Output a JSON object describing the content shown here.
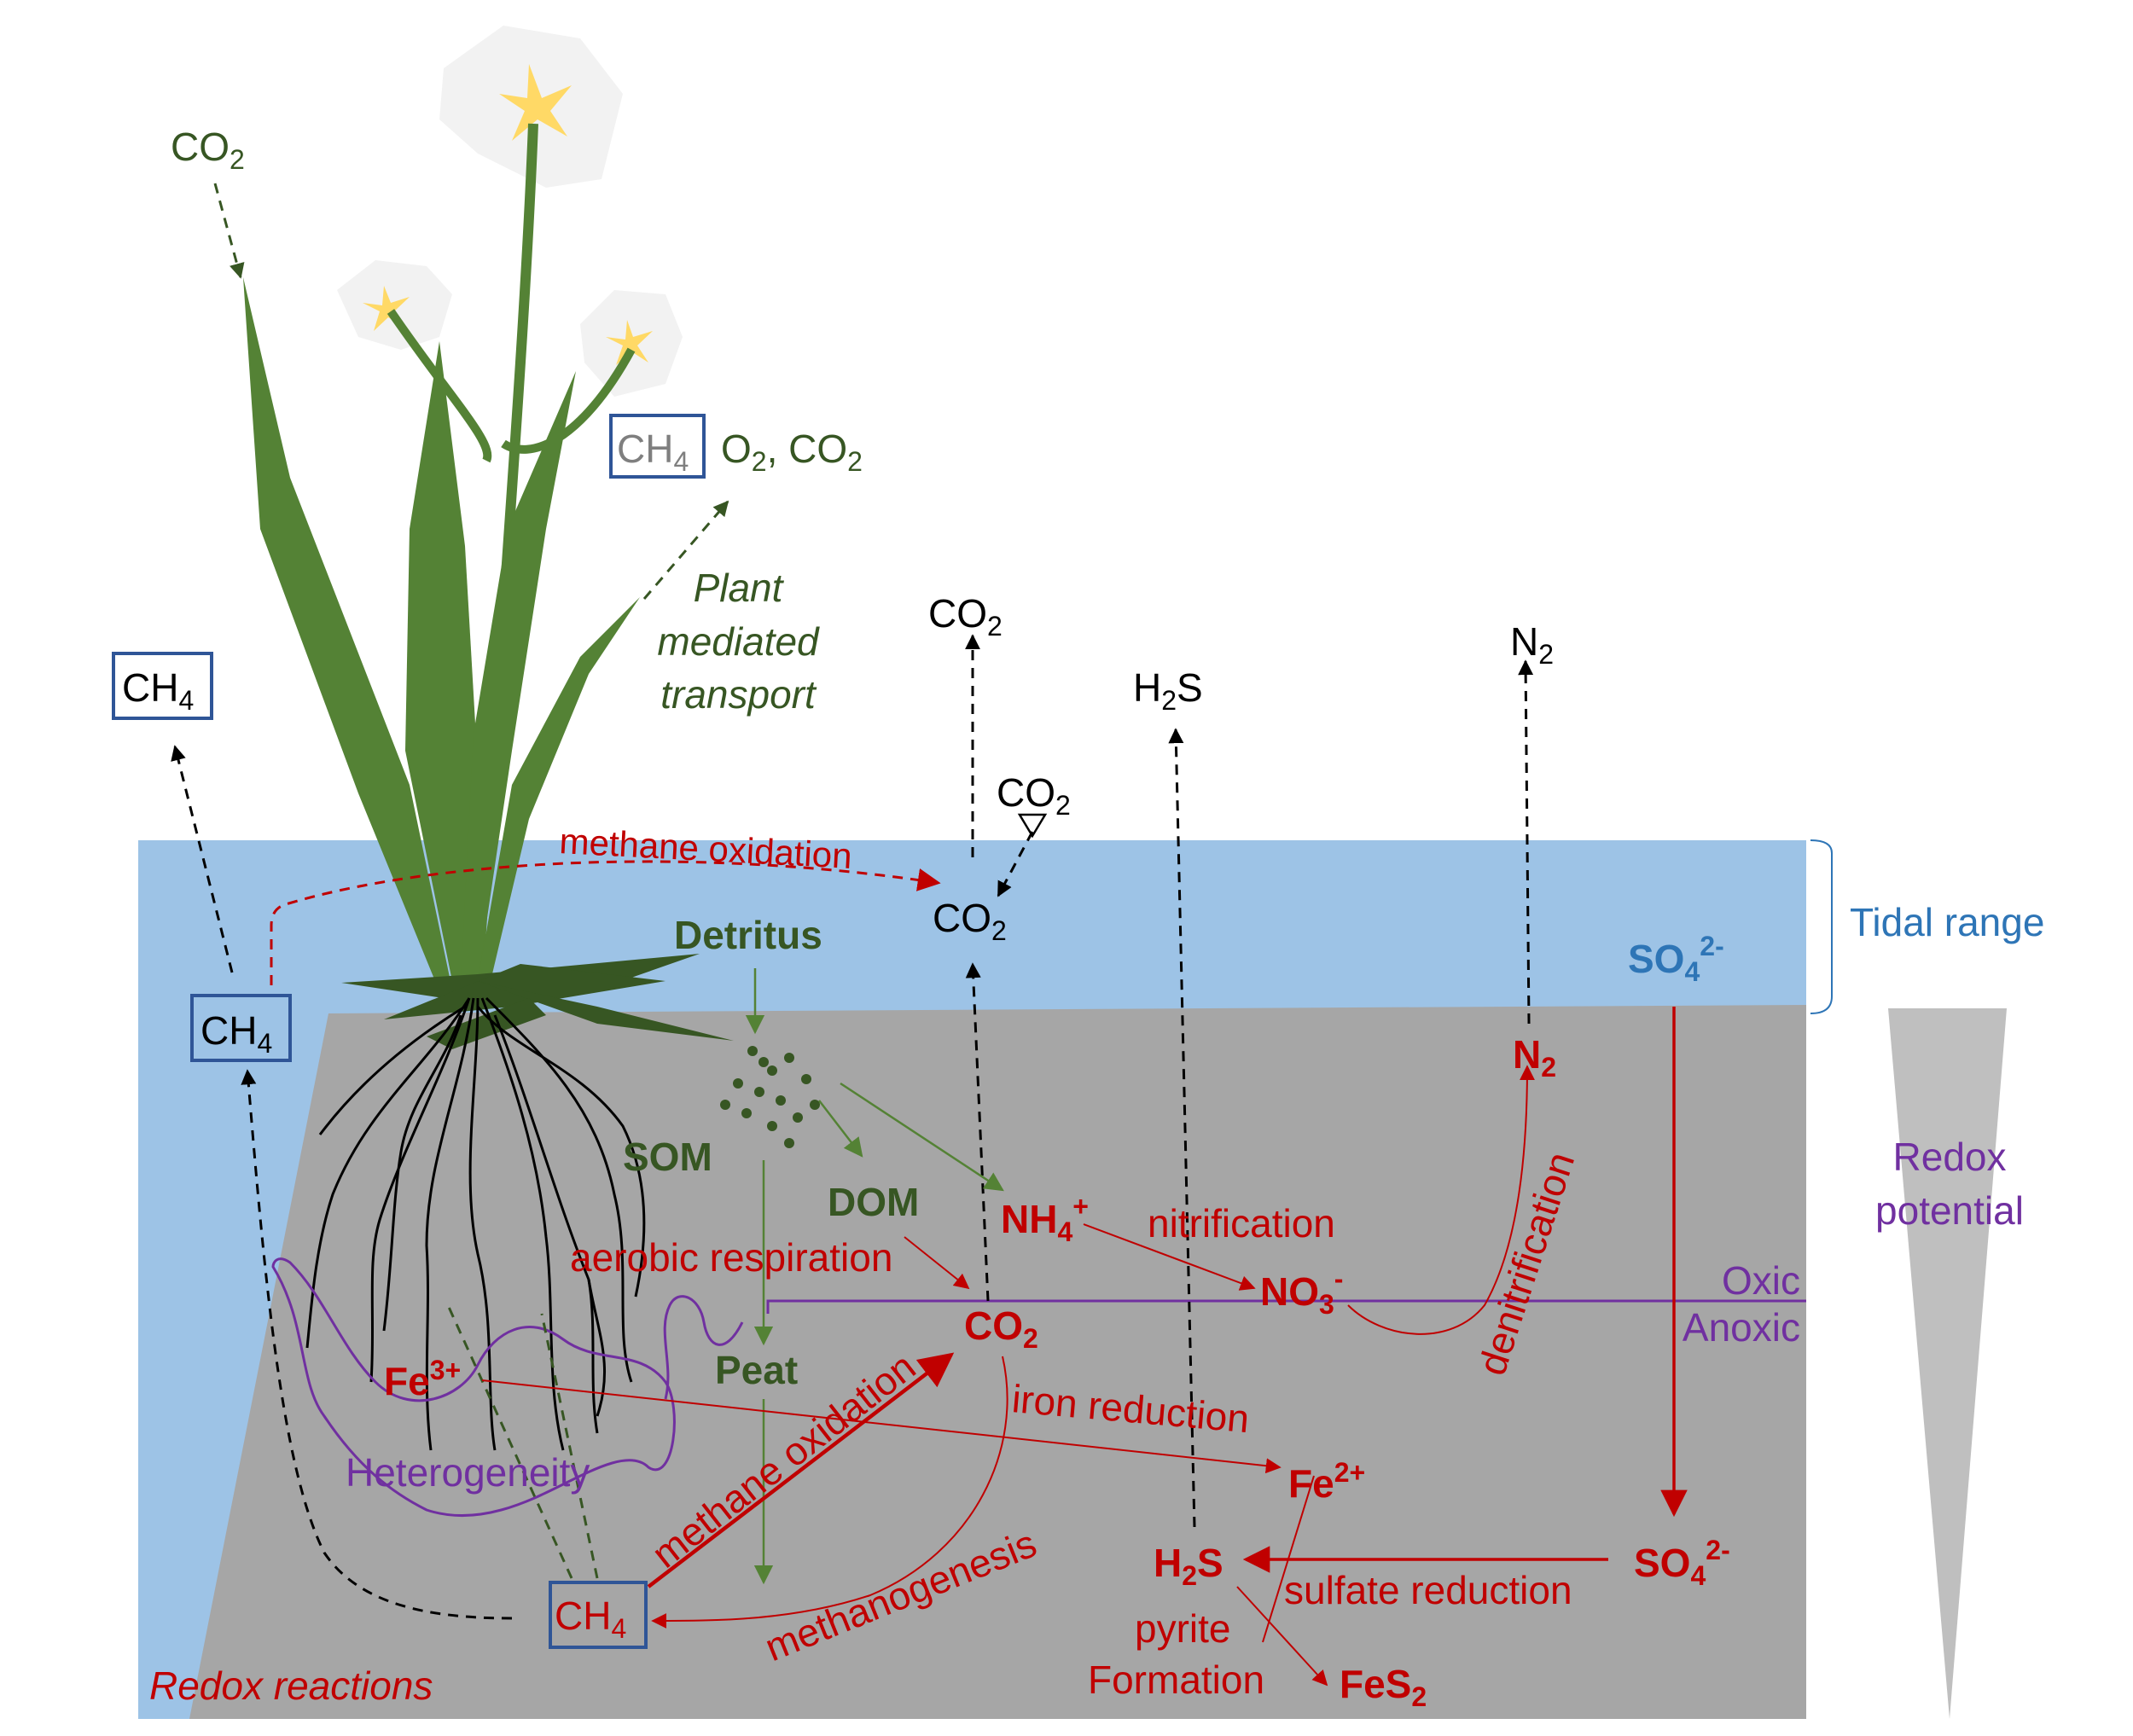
{
  "colors": {
    "water": "#9dc3e6",
    "sediment": "#a6a6a6",
    "plant_green": "#548235",
    "text_green": "#375623",
    "red": "#c00000",
    "purple": "#7030a0",
    "blue": "#2e75b6",
    "box_border": "#2f5597",
    "flower_yellow": "#ffd966",
    "petal": "#f2f2f2"
  },
  "labels": {
    "co2_atmos_plant": "CO",
    "co2_atmos_plant_sub": "2",
    "ch4_box_plant": "CH",
    "ch4_box_plant_sub": "4",
    "o2_co2_plant_a": "O",
    "o2_co2_plant_a_sub": "2",
    "o2_co2_plant_b": ", CO",
    "o2_co2_plant_b_sub": "2",
    "plant_transport_1": "Plant",
    "plant_transport_2": "mediated",
    "plant_transport_3": "transport",
    "co2_top": "CO",
    "co2_top_sub": "2",
    "h2s_top_a": "H",
    "h2s_top_sub": "2",
    "h2s_top_b": "S",
    "n2_top": "N",
    "n2_top_sub": "2",
    "ch4_box_left": "CH",
    "ch4_box_left_sub": "4",
    "co2_small": "CO",
    "co2_small_sub": "2",
    "methane_oxidation_top": "methane oxidation",
    "co2_water": "CO",
    "co2_water_sub": "2",
    "tidal_range": "Tidal range",
    "so4_water": "SO",
    "so4_water_sub": "4",
    "so4_water_sup": "2-",
    "ch4_box_water": "CH",
    "ch4_box_water_sub": "4",
    "detritus": "Detritus",
    "som": "SOM",
    "dom": "DOM",
    "nh4": "NH",
    "nh4_sub": "4",
    "nh4_sup": "+",
    "nitrification": "nitrification",
    "n2_sed": "N",
    "n2_sed_sub": "2",
    "denitrification": "denitrification",
    "redox_potential_1": "Redox",
    "redox_potential_2": "potential",
    "aerobic_respiration": "aerobic respiration",
    "no3": "NO",
    "no3_sub": "3",
    "no3_sup": "-",
    "oxic": "Oxic",
    "anoxic": "Anoxic",
    "co2_sed": "CO",
    "co2_sed_sub": "2",
    "peat": "Peat",
    "fe3": "Fe",
    "fe3_sup": "3+",
    "methane_oxidation_sed": "methane oxidation",
    "iron_reduction": "iron reduction",
    "fe2": "Fe",
    "fe2_sup": "2+",
    "heterogeneity": "Heterogeneity",
    "methanogenesis": "methanogenesis",
    "h2s_sed_a": "H",
    "h2s_sed_sub": "2",
    "h2s_sed_b": "S",
    "sulfate_reduction": "sulfate reduction",
    "so4_sed": "SO",
    "so4_sed_sub": "4",
    "so4_sed_sup": "2-",
    "ch4_box_sed": "CH",
    "ch4_box_sed_sub": "4",
    "pyrite_1": "pyrite",
    "pyrite_2": "Formation",
    "fes2": "FeS",
    "fes2_sub": "2",
    "redox_reactions": "Redox reactions"
  }
}
